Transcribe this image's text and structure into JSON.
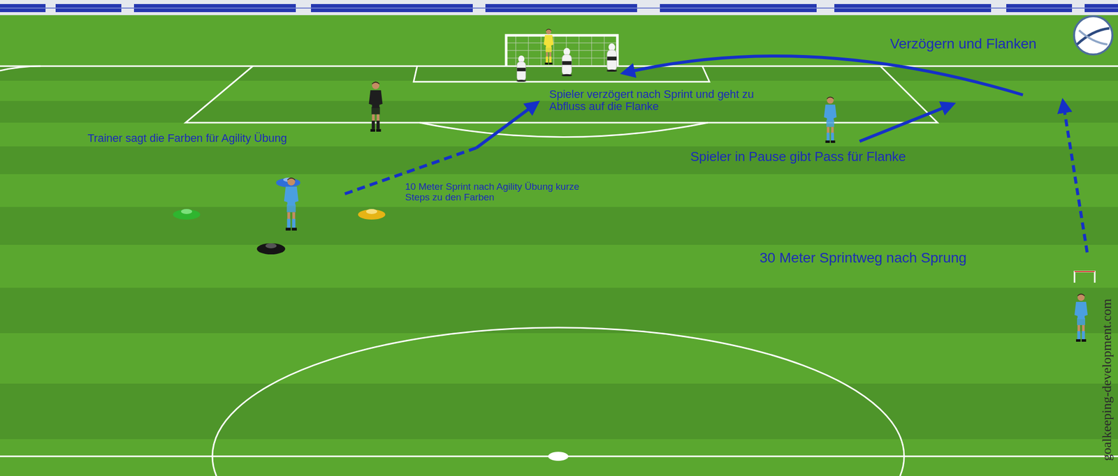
{
  "diagram": {
    "labels": [
      "Verzögern und Flanken",
      "Spieler verzögert nach Sprint und geht zu Abfluss auf die Flanke",
      "Trainer sagt die Farben für Agility Übung",
      "Spieler in Pause gibt Pass für Flanke",
      "10 Meter Sprint nach Agility Übung kurze Steps zu den Farben",
      "30 Meter Sprintweg nach Sprung",
      "goalkeeping-development.com"
    ]
  }
}
